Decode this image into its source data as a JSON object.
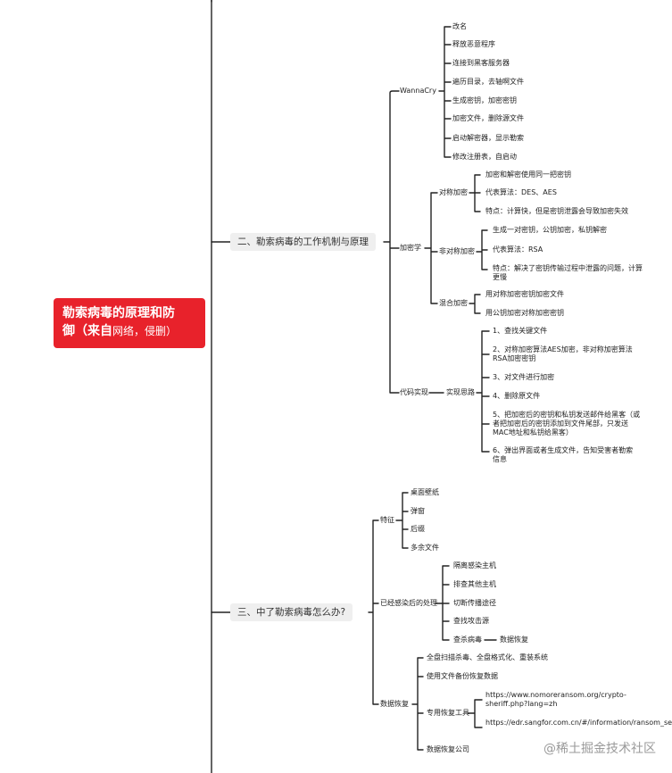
{
  "root": {
    "title_line1": "勒索病毒的原理和防",
    "title_line2_bold": "御（来自",
    "title_line2_rest": "网络，侵删）"
  },
  "branch2": {
    "label": "二、勒索病毒的工作机制与原理",
    "wannacry": {
      "label": "WannaCry",
      "items": [
        "改名",
        "释放恶意程序",
        "连接到黑客服务器",
        "遍历目录，去轴啊文件",
        "生成密钥，加密密钥",
        "加密文件，删除源文件",
        "启动解密器，显示勒索",
        "修改注册表，自启动"
      ]
    },
    "crypto": {
      "label": "加密学",
      "symmetric": {
        "label": "对称加密",
        "items": [
          "加密和解密使用同一把密钥",
          "代表算法：DES、AES",
          "特点：计算快，但是密钥泄露会导致加密失效"
        ]
      },
      "asymmetric": {
        "label": "非对称加密",
        "items": [
          "生成一对密钥，公钥加密，私钥解密",
          "代表算法：RSA",
          "特点：解决了密钥传输过程中泄露的问题，计算更慢"
        ]
      },
      "hybrid": {
        "label": "混合加密",
        "items": [
          "用对称加密密钥加密文件",
          "用公钥加密对称加密密钥"
        ]
      }
    },
    "code": {
      "label": "代码实现",
      "approach": {
        "label": "实现思路",
        "items": [
          "1、查找关键文件",
          "2、对称加密算法AES加密，非对称加密算法RSA加密密钥",
          "3、对文件进行加密",
          "4、删除原文件",
          "5、把加密后的密钥和私钥发送邮件给黑客（或者把加密后的密钥添加到文件尾部，只发送MAC地址和私钥给黑客）",
          "6、弹出界面或者生成文件，告知受害者勒索信息"
        ]
      }
    }
  },
  "branch3": {
    "label": "三、中了勒索病毒怎么办?",
    "features": {
      "label": "特征",
      "items": [
        "桌面壁纸",
        "弹窗",
        "后缀",
        "多余文件"
      ]
    },
    "infected": {
      "label": "已经感染后的处理",
      "items": [
        "隔离感染主机",
        "排查其他主机",
        "切断传播途径",
        "查找攻击源",
        "查杀病毒"
      ],
      "kill_next": "数据恢复"
    },
    "recovery": {
      "label": "数据恢复",
      "items": [
        "全盘扫描杀毒、全盘格式化、重装系统",
        "使用文件备份恢复数据"
      ],
      "tools": {
        "label": "专用恢复工具",
        "items": [
          "https://www.nomoreransom.org/crypto-sheriff.php?lang=zh",
          "https://edr.sangfor.com.cn/#/information/ransom_search"
        ]
      },
      "company": "数据恢复公司"
    }
  },
  "watermark": "@稀土掘金技术社区",
  "colors": {
    "root_bg": "#e8222b",
    "line": "#222222",
    "box_bg": "#efefef"
  }
}
